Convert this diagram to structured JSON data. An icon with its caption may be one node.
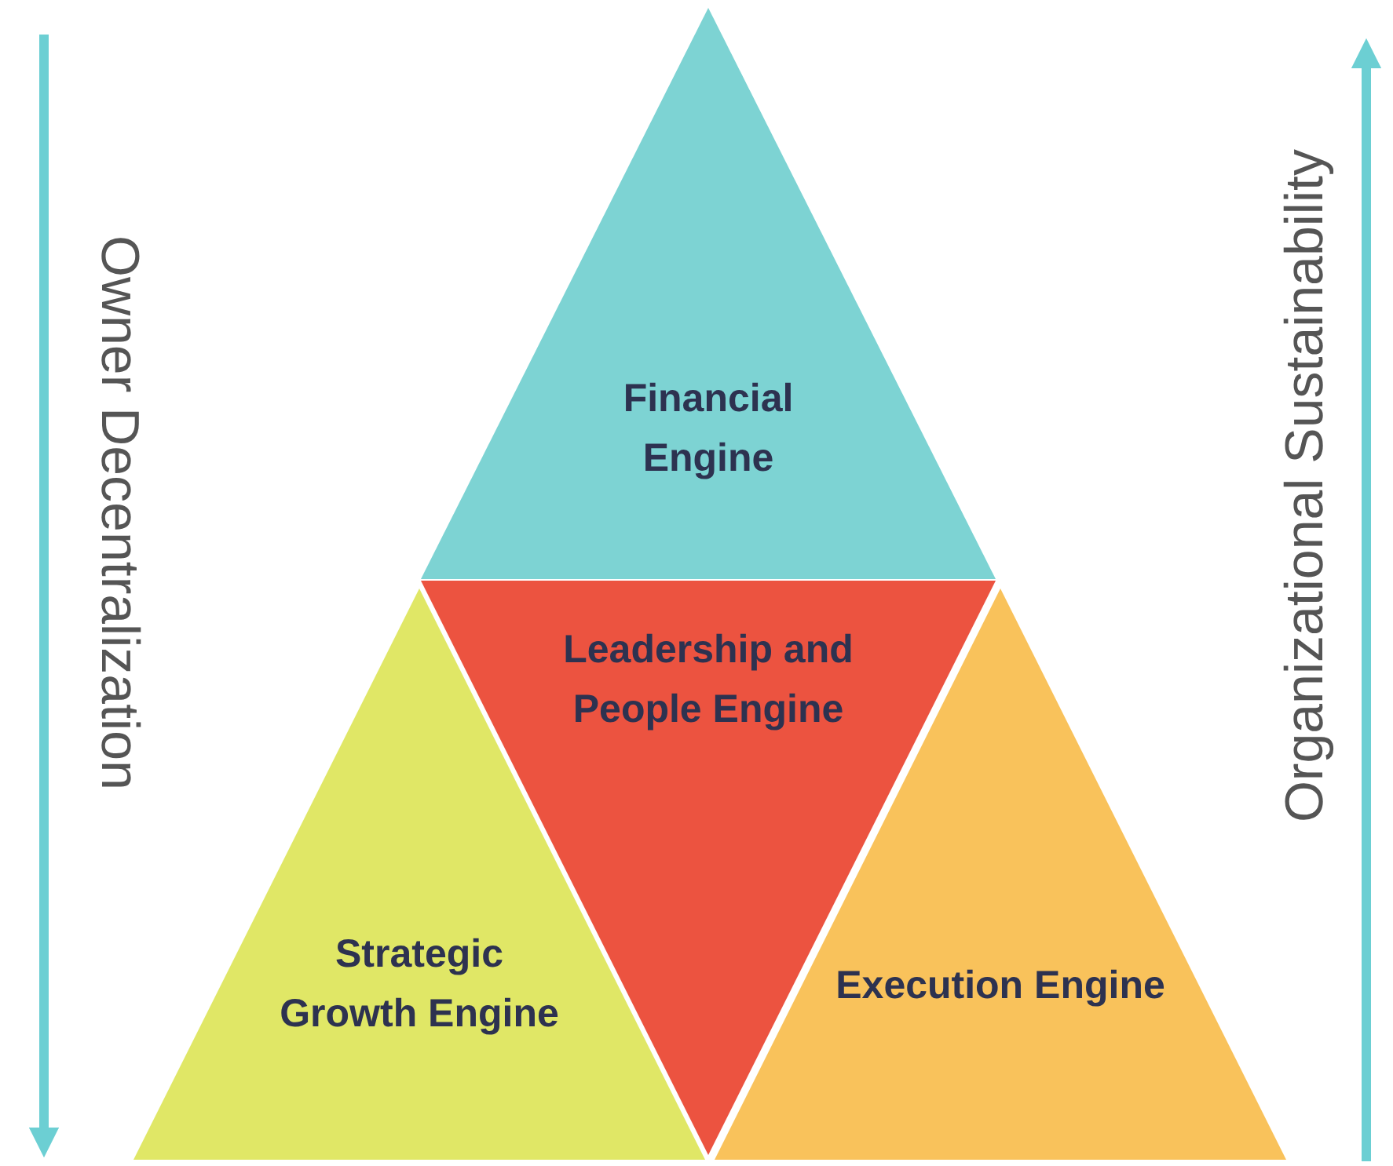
{
  "diagram": {
    "nodes": [
      {
        "text": [
          "Financial Engine"
        ]
      },
      {
        "text": [
          "Leadership and People Engine"
        ]
      },
      {
        "text": [
          "Strategic Growth Engine"
        ]
      },
      {
        "text": [
          "Execution Engine"
        ]
      }
    ],
    "labels": [
      "Owner Decentralization",
      "Organizational Sustainability"
    ]
  }
}
